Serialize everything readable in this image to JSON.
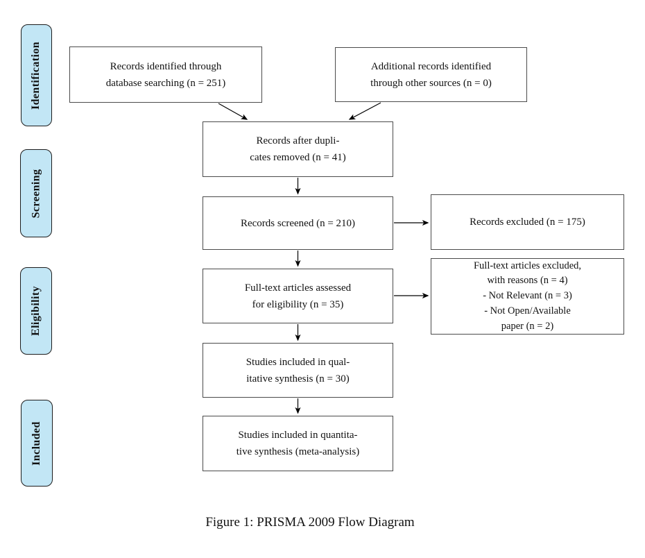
{
  "figure": {
    "caption": "Figure 1: PRISMA 2009 Flow Diagram"
  },
  "colors": {
    "stage_fill": "#c2e6f5",
    "stage_border": "#1c1c1c",
    "box_border": "#4a4a4a",
    "arrow": "#000000",
    "background": "#ffffff"
  },
  "stages": [
    {
      "id": "identification",
      "label": "Identification"
    },
    {
      "id": "screening",
      "label": "Screening"
    },
    {
      "id": "eligibility",
      "label": "Eligibility"
    },
    {
      "id": "included",
      "label": "Included"
    }
  ],
  "boxes": {
    "records_identified": {
      "text": "Records identified through\ndatabase searching (n = 251)",
      "n": 251
    },
    "additional_records": {
      "text": "Additional records identified\nthrough other sources (n = 0)",
      "n": 0
    },
    "after_duplicates": {
      "text": "Records after dupli-\ncates removed (n = 41)",
      "n": 41
    },
    "records_screened": {
      "text": "Records screened (n = 210)",
      "n": 210
    },
    "records_excluded": {
      "text": "Records excluded (n = 175)",
      "n": 175
    },
    "fulltext_assessed": {
      "text": "Full-text articles assessed\nfor eligibility (n = 35)",
      "n": 35
    },
    "fulltext_excluded": {
      "text": "Full-text articles excluded,\nwith reasons (n = 4)\n- Not Relevant (n = 3)\n- Not Open/Available\npaper (n = 2)",
      "n": 4,
      "reasons": [
        {
          "label": "Not Relevant",
          "n": 3
        },
        {
          "label": "Not Open/Available paper",
          "n": 2
        }
      ]
    },
    "qualitative": {
      "text": "Studies included in qual-\nitative synthesis (n = 30)",
      "n": 30
    },
    "quantitative": {
      "text": "Studies included in quantita-\ntive synthesis (meta-analysis)"
    }
  }
}
